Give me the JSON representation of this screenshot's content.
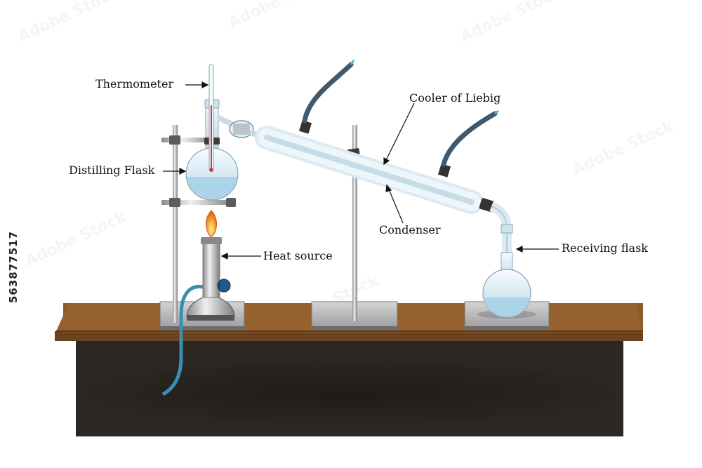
{
  "labels": {
    "thermometer": "Thermometer",
    "distilling_flask": "Distilling Flask",
    "heat_source": "Heat source",
    "cooler": "Cooler of Liebig",
    "condenser": "Condenser",
    "receiving_flask": "Receiving flask"
  },
  "stock_id": "563877517",
  "watermark": "Adobe Stock",
  "colors": {
    "table_top": "#8b5a2b",
    "table_body": "#2a2520",
    "liquid": "#a9d4e8",
    "glass": "#e8f1f7",
    "stand": "#777777",
    "flame": "#f5901e",
    "hose": "#3f5a6e",
    "gas_tube": "#4aa3c4"
  },
  "icons": {
    "thermometer": "thermometer-icon",
    "burner": "bunsen-burner-icon",
    "flask": "round-bottom-flask-icon"
  }
}
